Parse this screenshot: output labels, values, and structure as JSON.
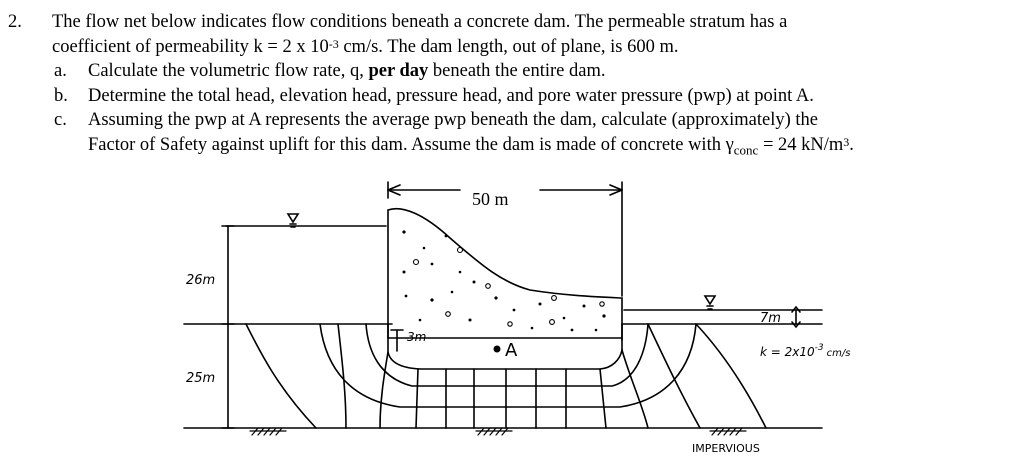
{
  "problem": {
    "number": "2.",
    "intro_line1": "The flow net below indicates flow conditions beneath a concrete dam.  The permeable stratum has a",
    "intro_line2_a": "coefficient of permeability k = 2 x 10",
    "intro_line2_exp": "-3",
    "intro_line2_b": " cm/s.  The dam length, out of plane, is 600 m.",
    "items": [
      {
        "letter": "a.",
        "text_before": "Calculate the volumetric flow rate, q, ",
        "bold": "per day",
        "text_after": " beneath the entire dam."
      },
      {
        "letter": "b.",
        "text": "Determine the total head, elevation head, pressure head, and pore water pressure (pwp) at point A."
      },
      {
        "letter": "c.",
        "line1": "Assuming the pwp at A represents the average pwp beneath the dam, calculate (approximately) the",
        "line2_a": "Factor of Safety against uplift for this dam.  Assume the dam is made of concrete with ",
        "gamma": "γ",
        "gamma_sub": "conc",
        "line2_b": " = 24 kN/m",
        "line2_exp": "3",
        "line2_c": "."
      }
    ]
  },
  "figure": {
    "width_label": "50 m",
    "upstream_height_label": "26m",
    "stratum_depth_label": "25m",
    "downstream_height_label": "7m",
    "cutoff_label": "3m",
    "point_label": "A",
    "permeability_label": "k = 2x10",
    "permeability_exp": "-3",
    "permeability_unit": "cm/s",
    "impervious_label": "IMPERVIOUS"
  }
}
